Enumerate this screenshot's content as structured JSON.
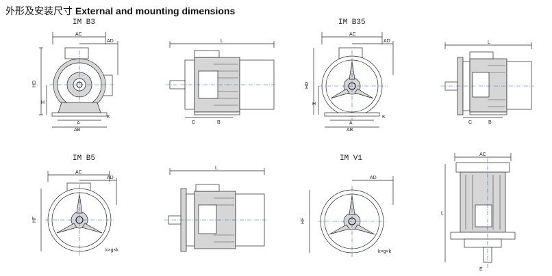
{
  "title": {
    "cn": "外形及安装尺寸",
    "en": "External and mounting dimensions"
  },
  "mounting_labels": {
    "b3": "IM B3",
    "b35": "IM B35",
    "b5": "IM B5",
    "v1": "IM V1"
  },
  "dims": {
    "AC": "AC",
    "AD": "AD",
    "HD": "HD",
    "H": "H",
    "A": "A",
    "AB": "AB",
    "K": "K",
    "L": "L",
    "C": "C",
    "B": "B",
    "HF": "HF",
    "E": "E",
    "kxgk": "k×g×k"
  }
}
